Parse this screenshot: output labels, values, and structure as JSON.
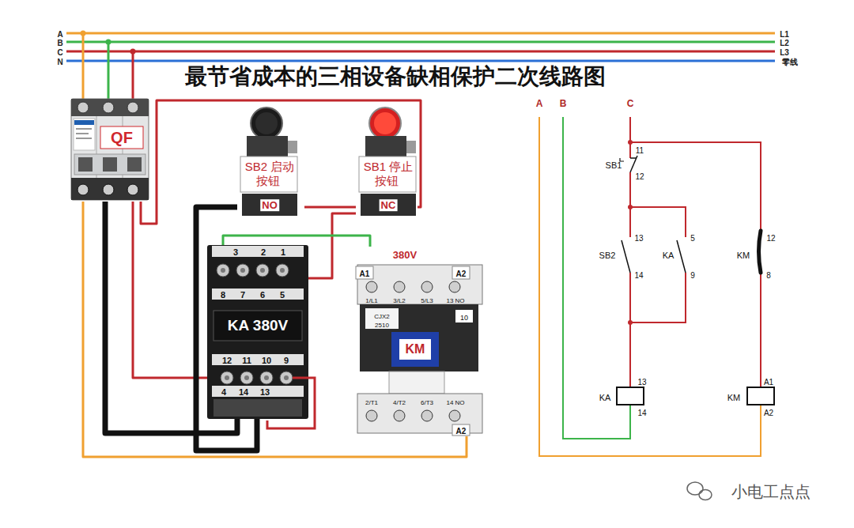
{
  "diagram": {
    "title": "最节省成本的三相设备缺相保护二次线路图",
    "nodes": [
      {
        "text": [
          "QF"
        ]
      },
      {
        "text": [
          "SB2 启动按钮",
          "NO"
        ]
      },
      {
        "text": [
          "SB1 停止按钮",
          "NC"
        ]
      },
      {
        "text": [
          "3",
          "2",
          "1",
          "8",
          "7",
          "6",
          "5",
          "KA 380V",
          "12",
          "11",
          "10",
          "9",
          "4",
          "14",
          "13"
        ]
      },
      {
        "text": [
          "380V",
          "A1",
          "A2",
          "1/L1",
          "3/L2",
          "5/L3",
          "13 NO",
          "CJX2",
          "2510",
          "10",
          "KM",
          "2/T1",
          "4/T2",
          "6/T3",
          "14 NO",
          "A2"
        ]
      }
    ],
    "edges": [
      {
        "from": 0,
        "to": 2,
        "arrow": "none"
      },
      {
        "from": 0,
        "to": 3,
        "arrow": "none"
      },
      {
        "from": 0,
        "to": 3,
        "arrow": "none"
      },
      {
        "from": 0,
        "to": 4,
        "arrow": "none"
      },
      {
        "from": 1,
        "to": 2,
        "arrow": "none"
      },
      {
        "from": 1,
        "to": 3,
        "arrow": "none"
      },
      {
        "from": 2,
        "to": 3,
        "arrow": "none"
      },
      {
        "from": 3,
        "to": 4,
        "arrow": "none"
      }
    ],
    "labels": [
      "A",
      "B",
      "C",
      "N",
      "L1",
      "L2",
      "L3",
      "零线",
      "A",
      "B",
      "C",
      "11",
      "SB1",
      "12",
      "13",
      "SB2",
      "14",
      "5",
      "KA",
      "9",
      "12",
      "KM",
      "8",
      "13",
      "KA",
      "14",
      "A1",
      "KM",
      "A2",
      "小电工点点"
    ]
  }
}
